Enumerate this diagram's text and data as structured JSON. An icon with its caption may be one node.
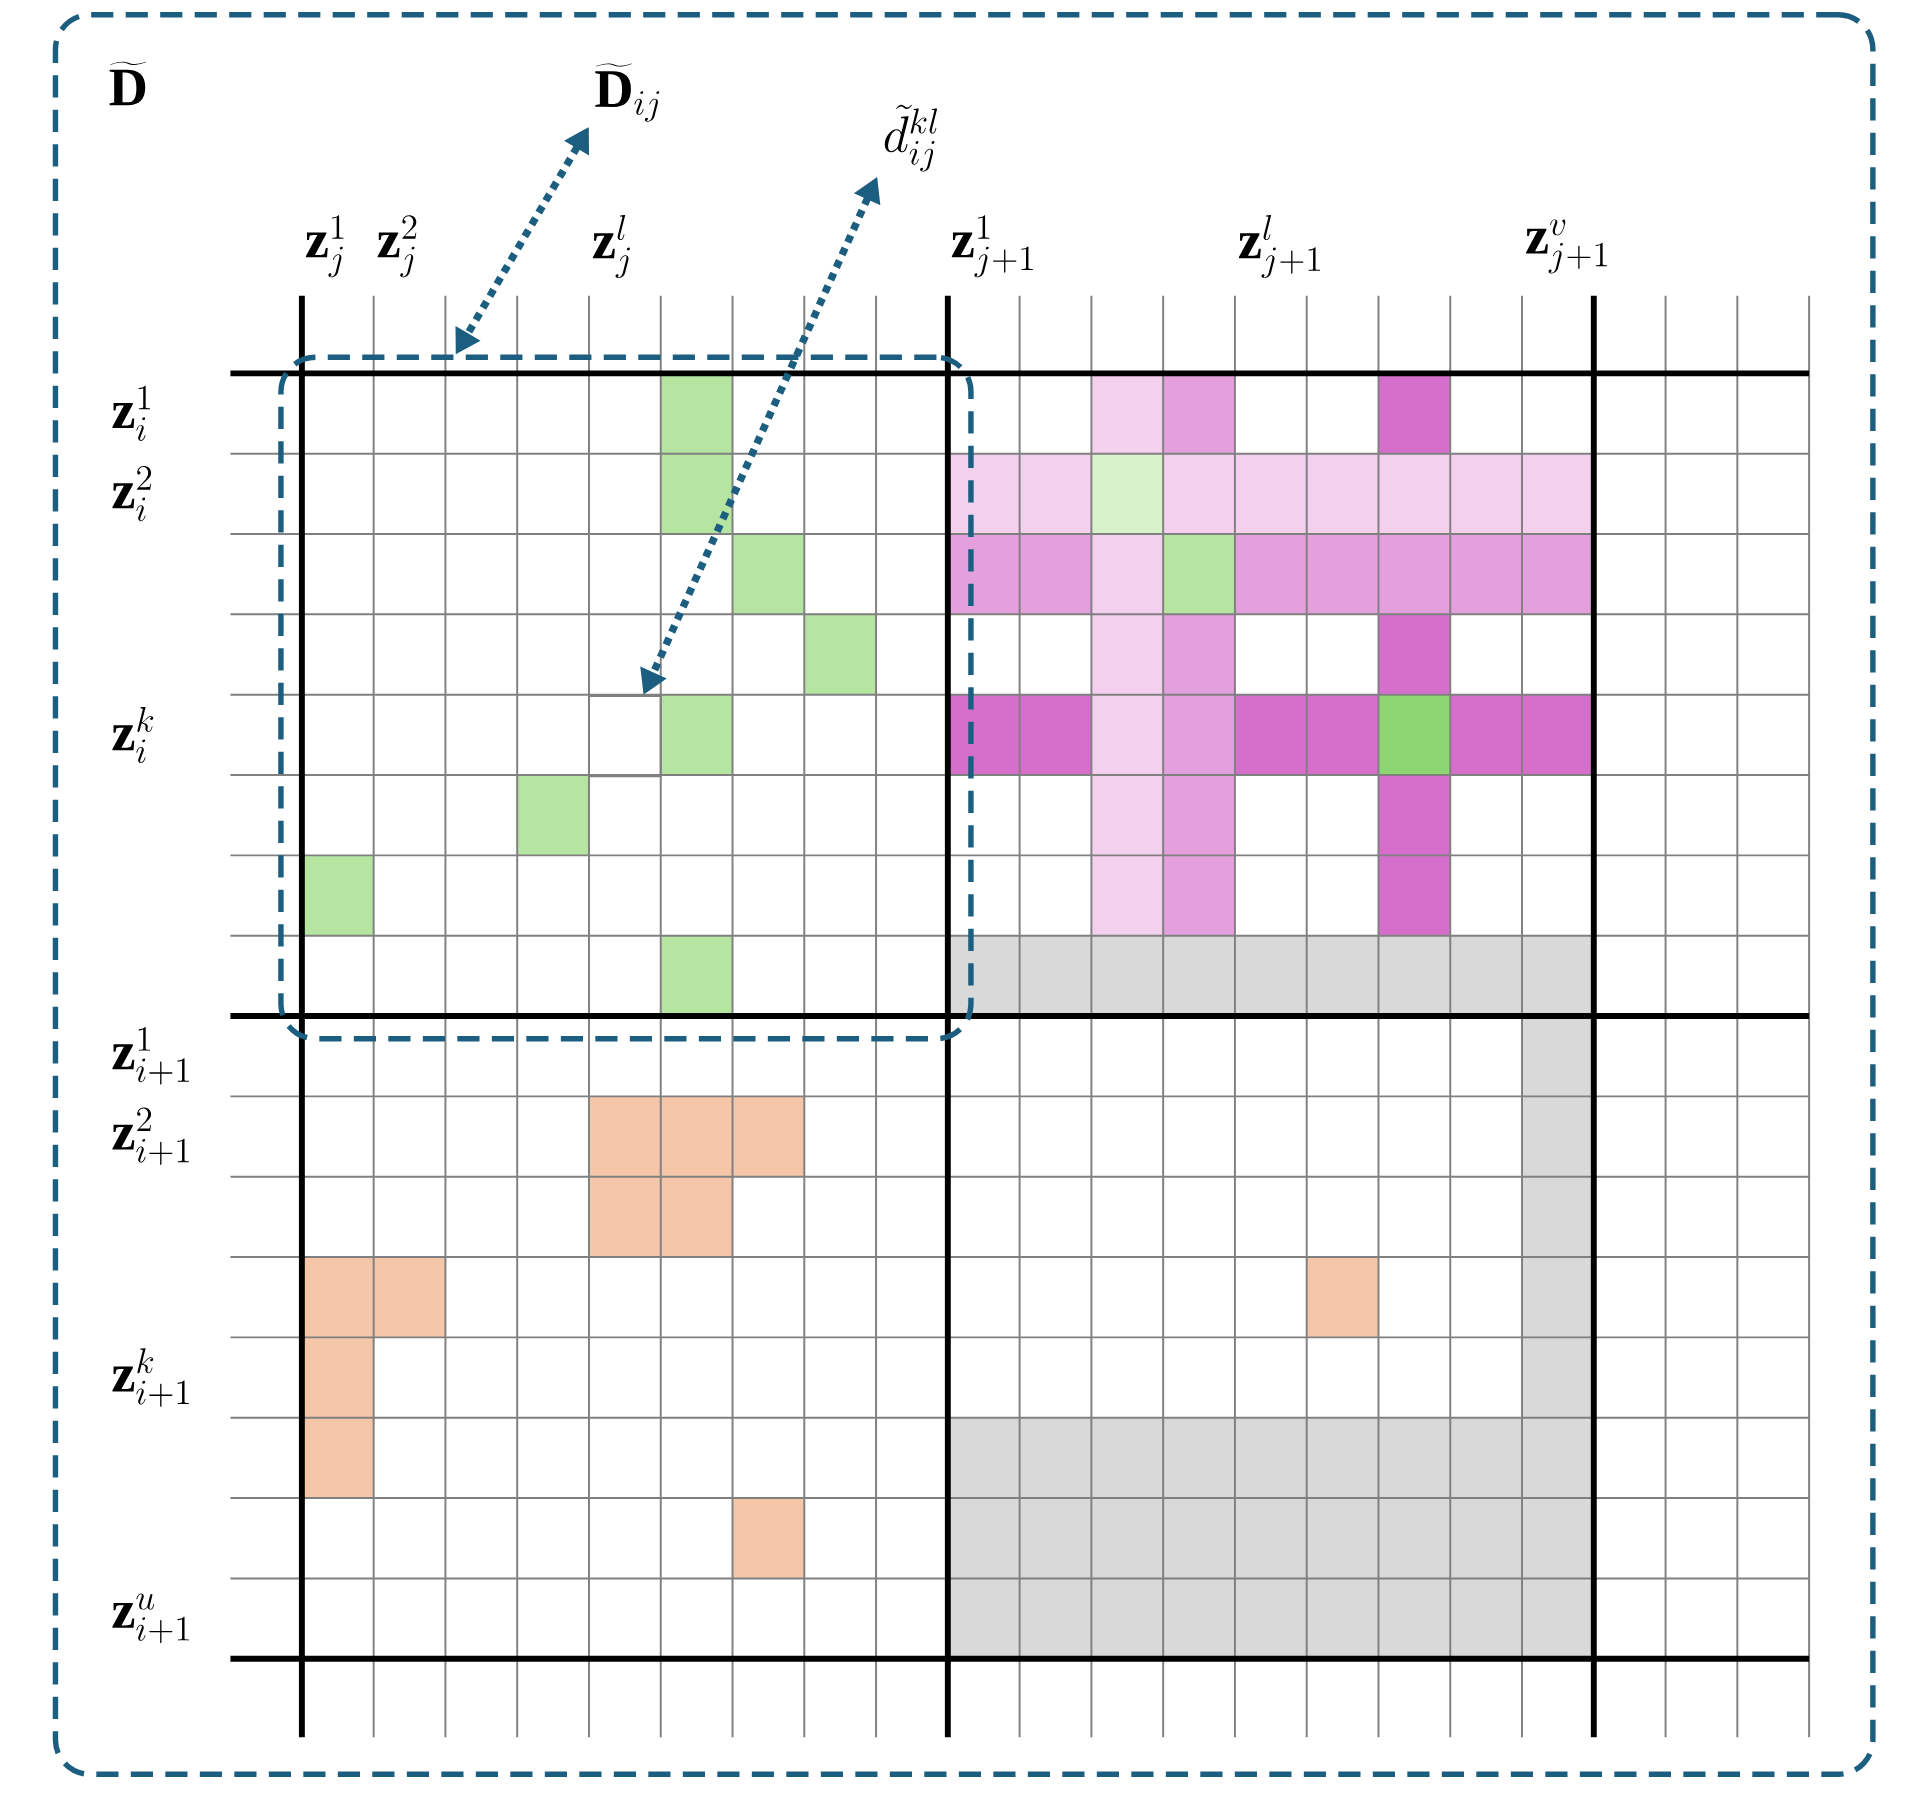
{
  "diagram": {
    "nodes": [
      {
        "text": [
          "\\widetilde{\\mathbf{D}}"
        ]
      },
      {
        "text": [],
        "shape": "box",
        "in": 0
      },
      {
        "text": [
          "\\widetilde{\\mathbf{D}}_{ij}"
        ],
        "in": 0
      },
      {
        "text": [
          "\\tilde{d}_{ij}^{kl}"
        ],
        "in": 0
      },
      {
        "text": [],
        "shape": "box",
        "in": 1
      }
    ],
    "edges": [
      {
        "from": 2,
        "to": 1,
        "arrow": "both"
      },
      {
        "from": 3,
        "to": 4,
        "arrow": "both"
      }
    ],
    "labels": [
      "\\mathbf{z}_{j}^{1}",
      "\\mathbf{z}_{j}^{2}",
      "\\mathbf{z}_{j}^{l}",
      "\\mathbf{z}_{j+1}^{1}",
      "\\mathbf{z}_{j+1}^{l}",
      "\\mathbf{z}_{j+1}^{v}",
      "\\mathbf{z}_{i}^{1}",
      "\\mathbf{z}_{i}^{2}",
      "\\mathbf{z}_{i}^{k}",
      "\\mathbf{z}_{i+1}^{1}",
      "\\mathbf{z}_{i+1}^{2}",
      "\\mathbf{z}_{i+1}^{k}",
      "\\mathbf{z}_{i+1}^{u}"
    ]
  }
}
